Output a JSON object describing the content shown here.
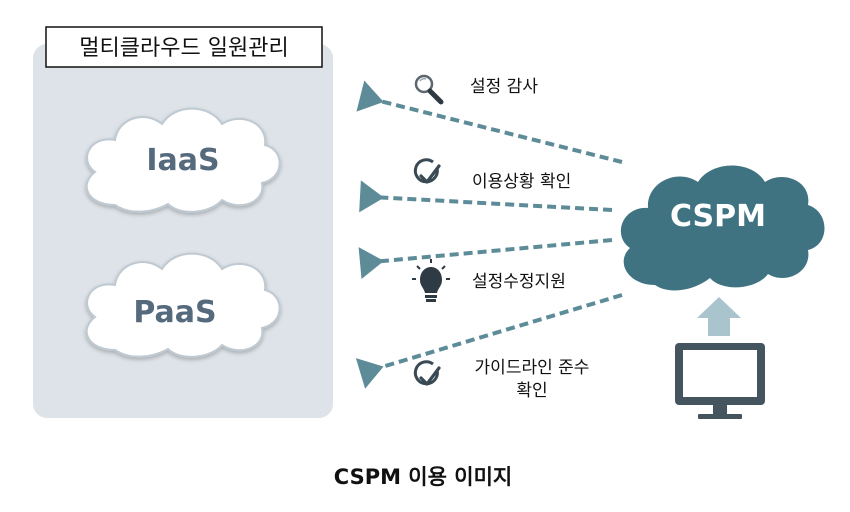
{
  "panel": {
    "title": "멀티클라우드 일원관리",
    "clouds": [
      {
        "label": "IaaS"
      },
      {
        "label": "PaaS"
      }
    ]
  },
  "hub": {
    "label": "CSPM"
  },
  "flows": [
    {
      "label": "설정 감사",
      "icon": "magnifier-icon"
    },
    {
      "label": "이용상황 확인",
      "icon": "check-circle-icon"
    },
    {
      "label": "설정수정지원",
      "icon": "lightbulb-icon"
    },
    {
      "label_line1": "가이드라인 준수",
      "label_line2": "확인",
      "icon": "check-circle-icon"
    }
  ],
  "caption": "CSPM 이용 이미지",
  "colors": {
    "panel": "#dde3e8",
    "cloud_light": "#ffffff",
    "cloud_stroke": "#bfc9d2",
    "cspm": "#3f7382",
    "arrow": "#5d8c98",
    "monitor": "#44555f",
    "up_arrow": "#a9c4cc"
  }
}
